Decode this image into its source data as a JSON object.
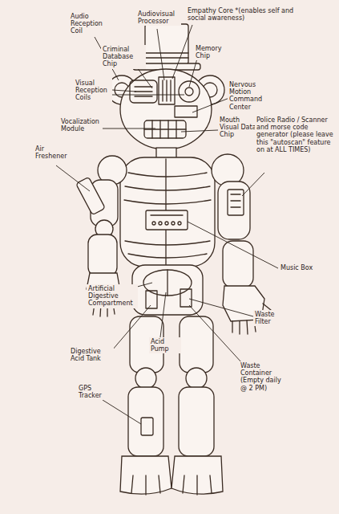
{
  "diagram": {
    "labels": [
      "Audio Reception Coil",
      "Audiovisual Processor",
      "Empathy Core *(enables self and social awareness)",
      "Memory Chip",
      "Criminal Database Chip",
      "Visual Reception Coils",
      "Nervous Motion Command Center",
      "Vocalization Module",
      "Mouth Visual Data Chip",
      "Police Radio / Scanner and morse code generator (please leave this \"autoscan\" feature on at ALL TIMES)",
      "Air Freshener",
      "Music Box",
      "Artificial Digestive Compartment",
      "Acid Pump",
      "Waste Filter",
      "Digestive Acid Tank",
      "Waste Container (Empty daily @ 2 PM)",
      "GPS Tracker"
    ]
  }
}
